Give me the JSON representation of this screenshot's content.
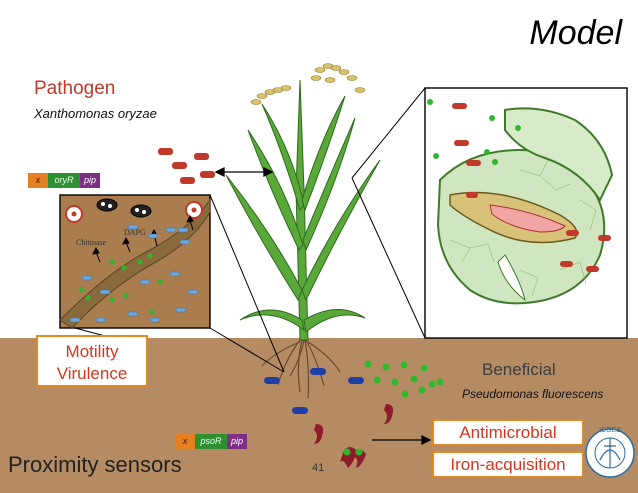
{
  "slide": {
    "title": "Model",
    "pathogen_label": "Pathogen",
    "pathogen_species": "Xanthomonas oryzae",
    "beneficial_label": "Beneficial",
    "beneficial_species": "Pseudomonas fluorescens",
    "proximity_label": "Proximity sensors",
    "slide_number": "41"
  },
  "boxes": {
    "motility": "Motility",
    "virulence": "Virulence",
    "antimicrobial": "Antimicrobial",
    "iron": "Iron-acquisition"
  },
  "genes": {
    "pathogen": {
      "x": "x",
      "regulator": "oryR",
      "promoter": "pip"
    },
    "beneficial": {
      "x": "x",
      "regulator": "psoR",
      "promoter": "pip"
    }
  },
  "inset": {
    "chitinase": "Chitinase",
    "dapg": "DAPG"
  },
  "colors": {
    "pathogen_red": "#c0392b",
    "beneficial_green": "#2eb82e",
    "soil": "#b58b63",
    "plant_green": "#5aa83a",
    "box_border": "#e08a25",
    "box_text": "#d4361f"
  }
}
